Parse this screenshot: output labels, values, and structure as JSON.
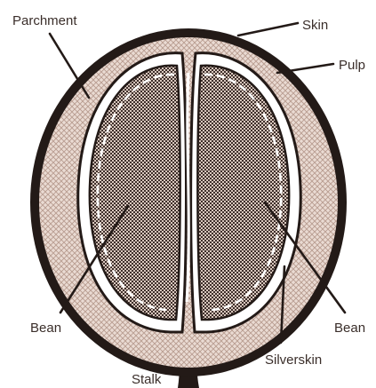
{
  "labels": {
    "parchment": "Parchment",
    "skin": "Skin",
    "pulp": "Pulp",
    "bean_left": "Bean",
    "bean_right": "Bean",
    "silverskin": "Silverskin",
    "stalk": "Stalk"
  },
  "colors": {
    "ink": "#231a17",
    "pulp": "#e4d2c9",
    "bean": "#5f4a45",
    "label": "#3a2e2a"
  }
}
